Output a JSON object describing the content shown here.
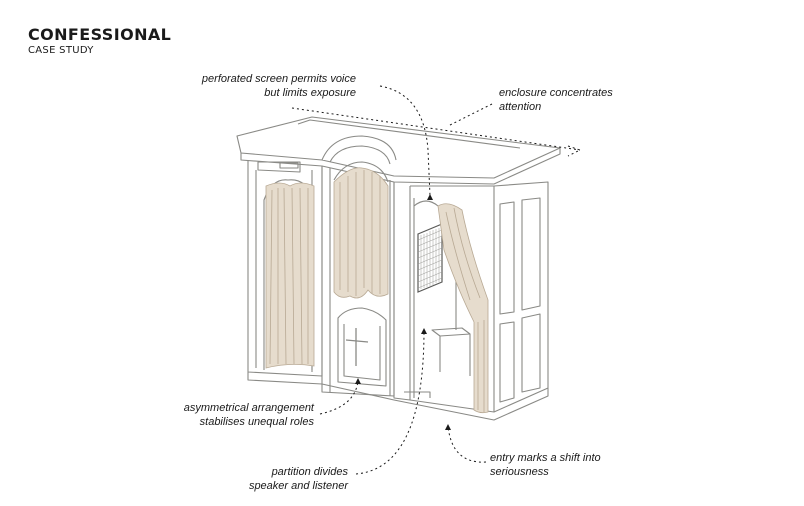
{
  "header": {
    "title": "CONFESSIONAL",
    "subtitle": "CASE STUDY"
  },
  "annotations": {
    "screen": {
      "line1": "perforated screen permits voice",
      "line2": "but limits exposure"
    },
    "enclosure": {
      "line1": "enclosure concentrates",
      "line2": "attention"
    },
    "asymmetry": {
      "line1": "asymmetrical arrangement",
      "line2": "stabilises unequal roles"
    },
    "partition": {
      "line1": "partition divides",
      "line2": "speaker and listener"
    },
    "entry": {
      "line1": "entry marks a shift into",
      "line2": "seriousness"
    }
  },
  "colors": {
    "ink": "#1a1a1a",
    "outline": "#8a8a86",
    "curtain": "#e6dccd",
    "curtain_line": "#b8a994"
  }
}
